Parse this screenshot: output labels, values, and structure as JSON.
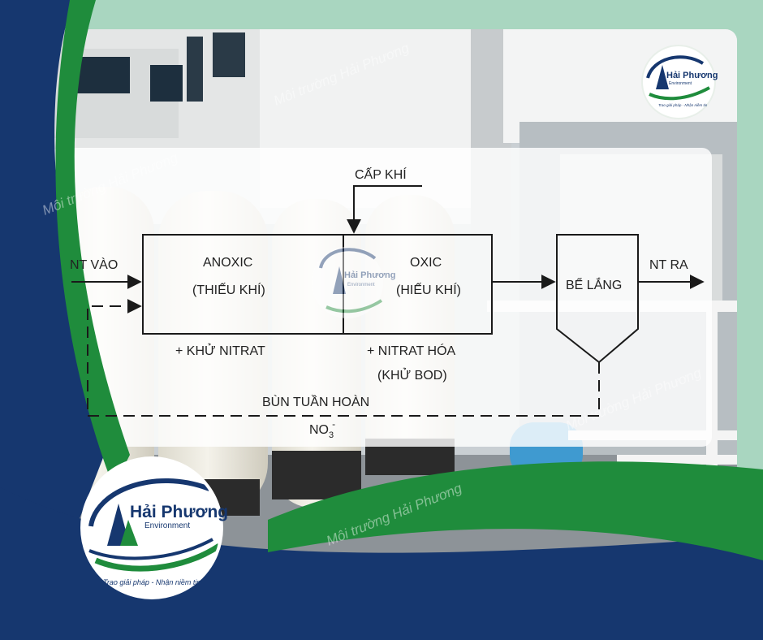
{
  "colors": {
    "background": "#a9d6c0",
    "brand_blue": "#16376f",
    "brand_green": "#1f8c3c",
    "line": "#1a1a1a"
  },
  "diagram": {
    "inlet": "NT VÀO",
    "air_supply": "CẤP KHÍ",
    "anoxic": {
      "name": "ANOXIC",
      "sub": "(THIẾU KHÍ)",
      "note": "+ KHỬ NITRAT"
    },
    "oxic": {
      "name": "OXIC",
      "sub": "(HIẾU KHÍ)",
      "note_1": "+ NITRAT HÓA",
      "note_2": "(KHỬ BOD)"
    },
    "settling_tank": "BỂ LẮNG",
    "outlet": "NT RA",
    "recycle_sludge": "BÙN TUẦN HOÀN",
    "nitrate_base": "NO",
    "nitrate_sub": "3",
    "nitrate_sup": "-"
  },
  "branding": {
    "logo_name": "Hải Phương",
    "logo_sub": "Environment",
    "slogan": "Trao giải pháp - Nhận niềm tin",
    "watermark": "Môi trường Hải Phương"
  }
}
